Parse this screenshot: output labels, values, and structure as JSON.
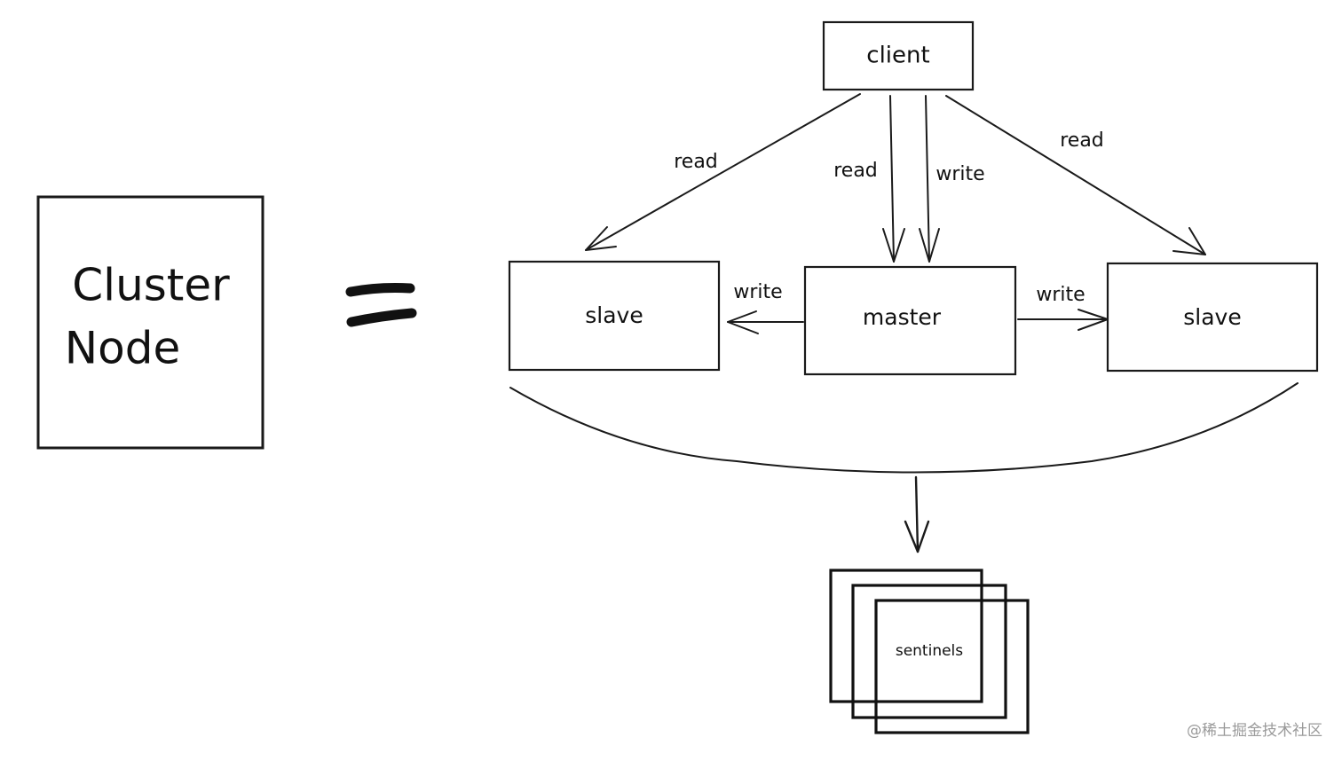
{
  "nodes": {
    "cluster_node": {
      "line1": "Cluster",
      "line2": "Node"
    },
    "equals": "=",
    "client": "client",
    "slave_left": "slave",
    "master": "master",
    "slave_right": "slave",
    "sentinels": "sentinels"
  },
  "edges": {
    "client_to_slave_left": "read",
    "client_to_master_read": "read",
    "client_to_master_write": "write",
    "client_to_slave_right": "read",
    "master_to_slave_left": "write",
    "master_to_slave_right": "write"
  },
  "watermark": "@稀土掘金技术社区"
}
